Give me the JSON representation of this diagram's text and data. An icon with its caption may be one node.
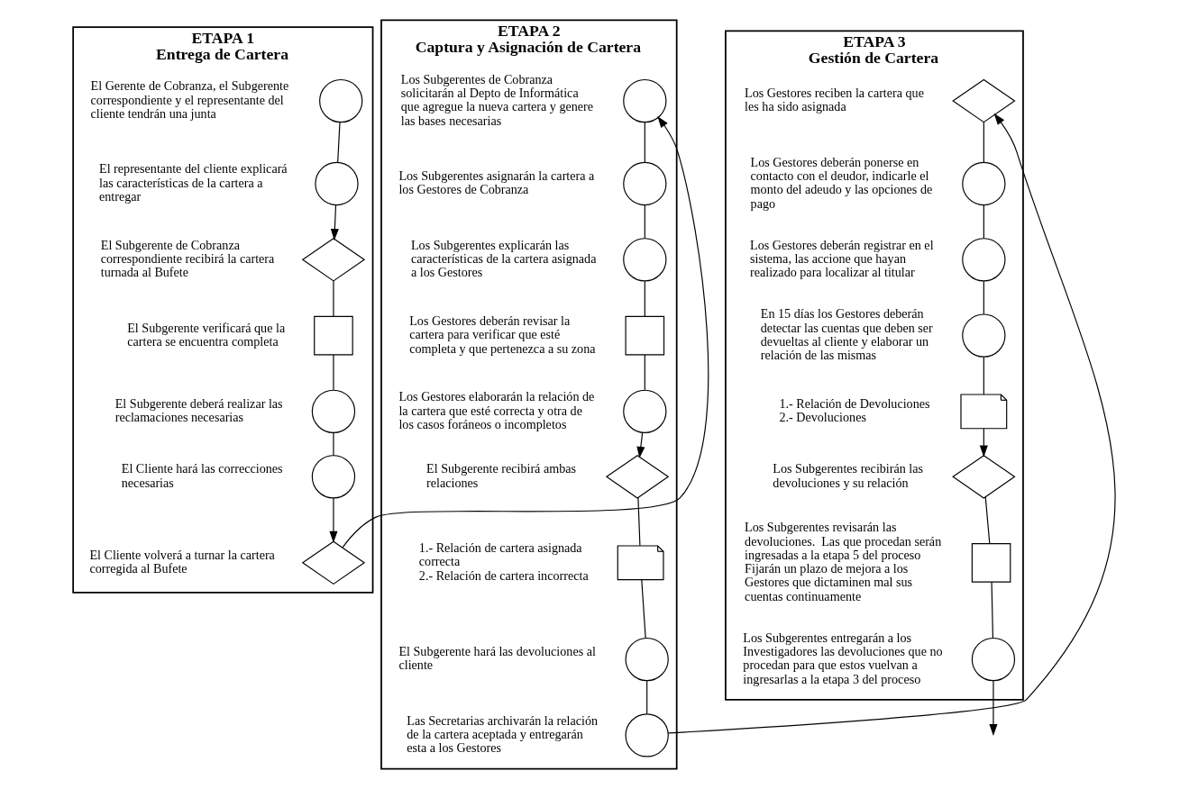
{
  "diagram": {
    "nodes": [
      {
        "text": [
          "ETAPA 1",
          "Entrega de Cartera"
        ]
      },
      {
        "text": [],
        "shape": "circle",
        "in": 0,
        "beside": [
          "El Gerente de Cobranza, el Subgerente correspondiente y el representante del cliente tendrán una junta"
        ]
      },
      {
        "text": [],
        "shape": "circle",
        "in": 0,
        "beside": [
          "El representante del cliente explicará las características de la cartera a entregar"
        ]
      },
      {
        "text": [],
        "shape": "diamond",
        "in": 0,
        "beside": [
          "El Subgerente de Cobranza correspondiente recibirá la cartera turnada al Bufete"
        ]
      },
      {
        "text": [],
        "shape": "box",
        "in": 0,
        "beside": [
          "El Subgerente verificará que la cartera se encuentra completa"
        ]
      },
      {
        "text": [],
        "shape": "circle",
        "in": 0,
        "beside": [
          "El Subgerente deberá realizar las reclamaciones necesarias"
        ]
      },
      {
        "text": [],
        "shape": "circle",
        "in": 0,
        "beside": [
          "El Cliente hará las correcciones necesarias"
        ]
      },
      {
        "text": [],
        "shape": "diamond",
        "in": 0,
        "beside": [
          "El Cliente volverá a turnar la cartera corregida al Bufete"
        ]
      },
      {
        "text": [
          "ETAPA 2",
          "Captura y Asignación de Cartera"
        ]
      },
      {
        "text": [],
        "shape": "circle",
        "in": 8,
        "beside": [
          "Los Subgerentes de Cobranza solicitarán al Depto de Informática que agregue la nueva cartera y genere las bases necesarias"
        ]
      },
      {
        "text": [],
        "shape": "circle",
        "in": 8,
        "beside": [
          "Los Subgerentes asignarán la cartera a los Gestores de Cobranza"
        ]
      },
      {
        "text": [],
        "shape": "circle",
        "in": 8,
        "beside": [
          "Los Subgerentes explicarán las características de la cartera asignada a los Gestores"
        ]
      },
      {
        "text": [],
        "shape": "box",
        "in": 8,
        "beside": [
          "Los Gestores deberán revisar la cartera para verificar que esté completa y que pertenezca a su zona"
        ]
      },
      {
        "text": [],
        "shape": "circle",
        "in": 8,
        "beside": [
          "Los Gestores elaborarán la relación de la cartera que esté correcta y otra de los casos foráneos o incompletos"
        ]
      },
      {
        "text": [],
        "shape": "diamond",
        "in": 8,
        "beside": [
          "El Subgerente recibirá ambas relaciones"
        ]
      },
      {
        "text": [],
        "shape": "document",
        "in": 8,
        "beside": [
          "1.- Relación de cartera asignada correcta",
          "2.- Relación de cartera incorrecta"
        ]
      },
      {
        "text": [],
        "shape": "circle",
        "in": 8,
        "beside": [
          "El Subgerente hará las devoluciones al cliente"
        ]
      },
      {
        "text": [],
        "shape": "circle",
        "in": 8,
        "beside": [
          "Las Secretarias archivarán la relación de la cartera aceptada y entregarán esta a los Gestores"
        ]
      },
      {
        "text": [
          "ETAPA 3",
          "Gestión de Cartera"
        ]
      },
      {
        "text": [],
        "shape": "diamond",
        "in": 18,
        "beside": [
          "Los Gestores reciben la cartera que les ha sido asignada"
        ]
      },
      {
        "text": [],
        "shape": "circle",
        "in": 18,
        "beside": [
          "Los Gestores deberán ponerse en contacto con el deudor, indicarle el monto del adeudo y las opciones de pago"
        ]
      },
      {
        "text": [],
        "shape": "circle",
        "in": 18,
        "beside": [
          "Los Gestores deberán registrar en el sistema, las accione que hayan realizado para localizar al titular"
        ]
      },
      {
        "text": [],
        "shape": "circle",
        "in": 18,
        "beside": [
          "En 15 días los Gestores deberán detectar las cuentas que deben ser devueltas al cliente y elaborar un relación de las mismas"
        ]
      },
      {
        "text": [],
        "shape": "document",
        "in": 18,
        "beside": [
          "1.- Relación de Devoluciones",
          "2.- Devoluciones"
        ]
      },
      {
        "text": [],
        "shape": "diamond",
        "in": 18,
        "beside": [
          "Los Subgerentes recibirán las devoluciones y su relación"
        ]
      },
      {
        "text": [],
        "shape": "square",
        "in": 18,
        "beside": [
          "Los Subgerentes revisarán las devoluciones.  Las que procedan serán ingresadas a la etapa 5 del proceso",
          "Fijarán un plazo de mejora a los Gestores que dictaminen mal sus cuentas continuamente"
        ]
      },
      {
        "text": [],
        "shape": "circle",
        "in": 18,
        "beside": [
          "Los Subgerentes entregarán a los Investigadores las devoluciones que no procedan para que estos vuelvan a ingresarlas a la etapa 3 del proceso"
        ]
      }
    ],
    "edges": [
      {
        "from": 1,
        "to": 2,
        "arrow": "none"
      },
      {
        "from": 2,
        "to": 3,
        "arrow": "to"
      },
      {
        "from": 3,
        "to": 4,
        "arrow": "none"
      },
      {
        "from": 4,
        "to": 5,
        "arrow": "none"
      },
      {
        "from": 5,
        "to": 6,
        "arrow": "none"
      },
      {
        "from": 6,
        "to": 7,
        "arrow": "to"
      },
      {
        "from": 7,
        "to": 9,
        "arrow": "to"
      },
      {
        "from": 9,
        "to": 10,
        "arrow": "none"
      },
      {
        "from": 10,
        "to": 11,
        "arrow": "none"
      },
      {
        "from": 11,
        "to": 12,
        "arrow": "none"
      },
      {
        "from": 12,
        "to": 13,
        "arrow": "none"
      },
      {
        "from": 13,
        "to": 14,
        "arrow": "to"
      },
      {
        "from": 14,
        "to": 15,
        "arrow": "none"
      },
      {
        "from": 15,
        "to": 16,
        "arrow": "none"
      },
      {
        "from": 16,
        "to": 17,
        "arrow": "none"
      },
      {
        "from": 17,
        "to": 19,
        "arrow": "to"
      },
      {
        "from": 19,
        "to": 20,
        "arrow": "none"
      },
      {
        "from": 20,
        "to": 21,
        "arrow": "none"
      },
      {
        "from": 21,
        "to": 22,
        "arrow": "none"
      },
      {
        "from": 22,
        "to": 23,
        "arrow": "none"
      },
      {
        "from": 23,
        "to": 24,
        "arrow": "to"
      },
      {
        "from": 24,
        "to": 25,
        "arrow": "none"
      },
      {
        "from": 25,
        "to": 26,
        "arrow": "none"
      },
      {
        "from": 26,
        "to": null,
        "arrow": "to"
      }
    ]
  }
}
